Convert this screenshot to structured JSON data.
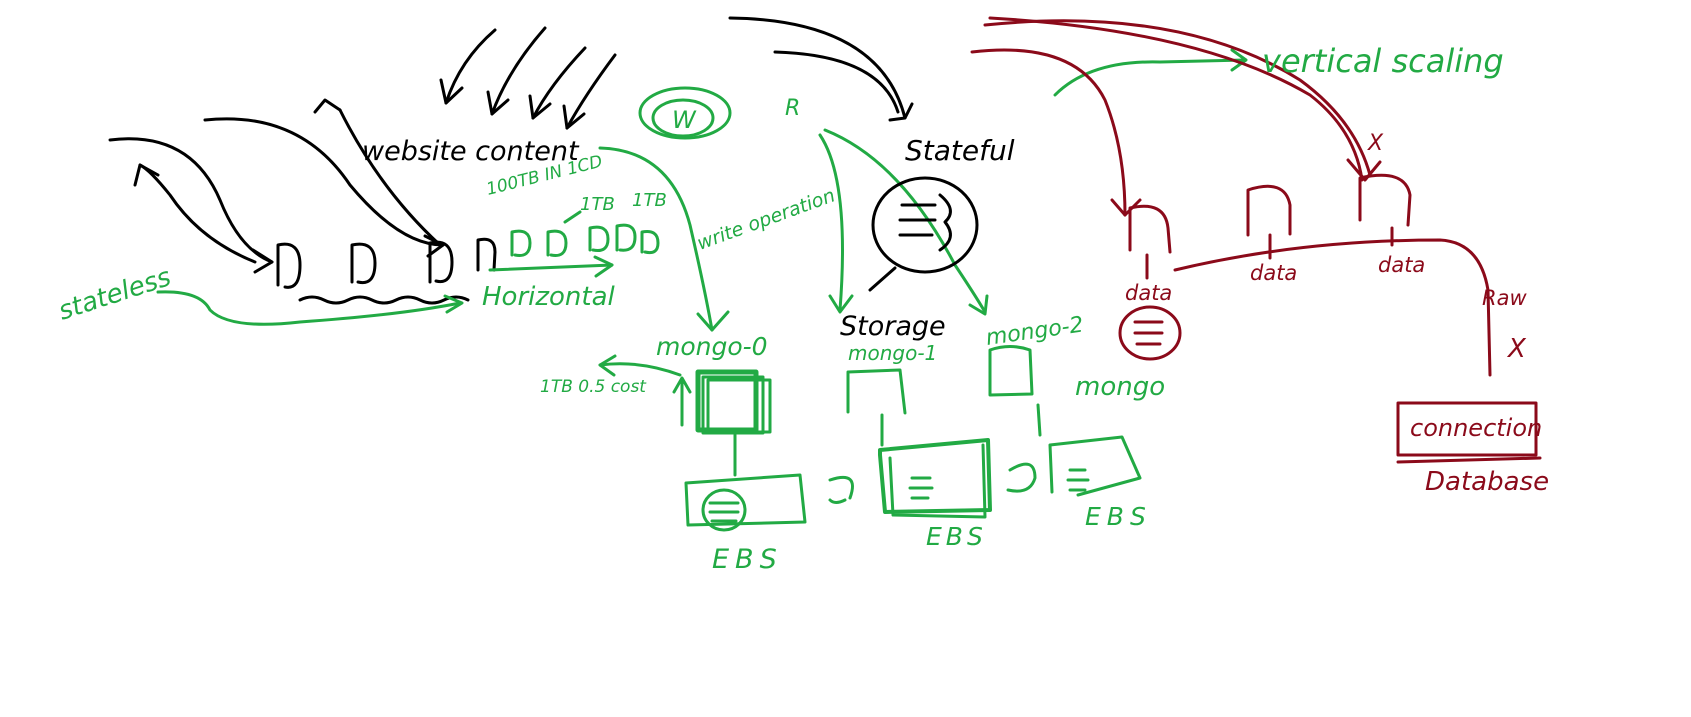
{
  "colors": {
    "black_ink": "#000000",
    "green_ink": "#22aa44",
    "red_ink": "#8b0a1a",
    "background": "#ffffff"
  },
  "labels": {
    "website_content": "website content",
    "stateless": "stateless",
    "horizontal": "Horizontal",
    "cdn_note": "100TB IN 1CD",
    "size_1tb_a": "1TB",
    "size_1tb_b": "1TB",
    "w_badge": "W",
    "write_operation": "write operation",
    "r_mark": "R",
    "stateful": "Stateful",
    "storage": "Storage",
    "mongo_0": "mongo-0",
    "mongo_1": "mongo-1",
    "mongo_2": "mongo-2",
    "mongo": "mongo",
    "cap_note": "1TB 0.5 cost",
    "ebs_1": "EBS",
    "ebs_2": "EBS",
    "ebs_3": "EBS",
    "vertical_scaling": "vertical scaling",
    "data_1": "data",
    "data_2": "data",
    "data_3": "data",
    "raw": "Raw",
    "x_mark_1": "X",
    "x_mark_2": "X",
    "connection": "connection",
    "database": "Database"
  }
}
